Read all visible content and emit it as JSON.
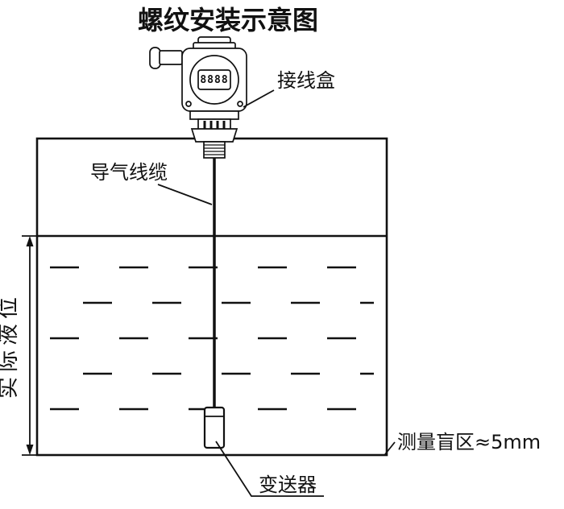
{
  "title": "螺纹安装示意图",
  "device": {
    "display_value": "8888"
  },
  "labels": {
    "junction_box": "接线盒",
    "air_cable": "导气线缆",
    "actual_level": "实际液位",
    "blind_zone": "测量盲区≈5mm",
    "transmitter": "变送器"
  },
  "colors": {
    "line": "#111111",
    "background": "#ffffff"
  }
}
